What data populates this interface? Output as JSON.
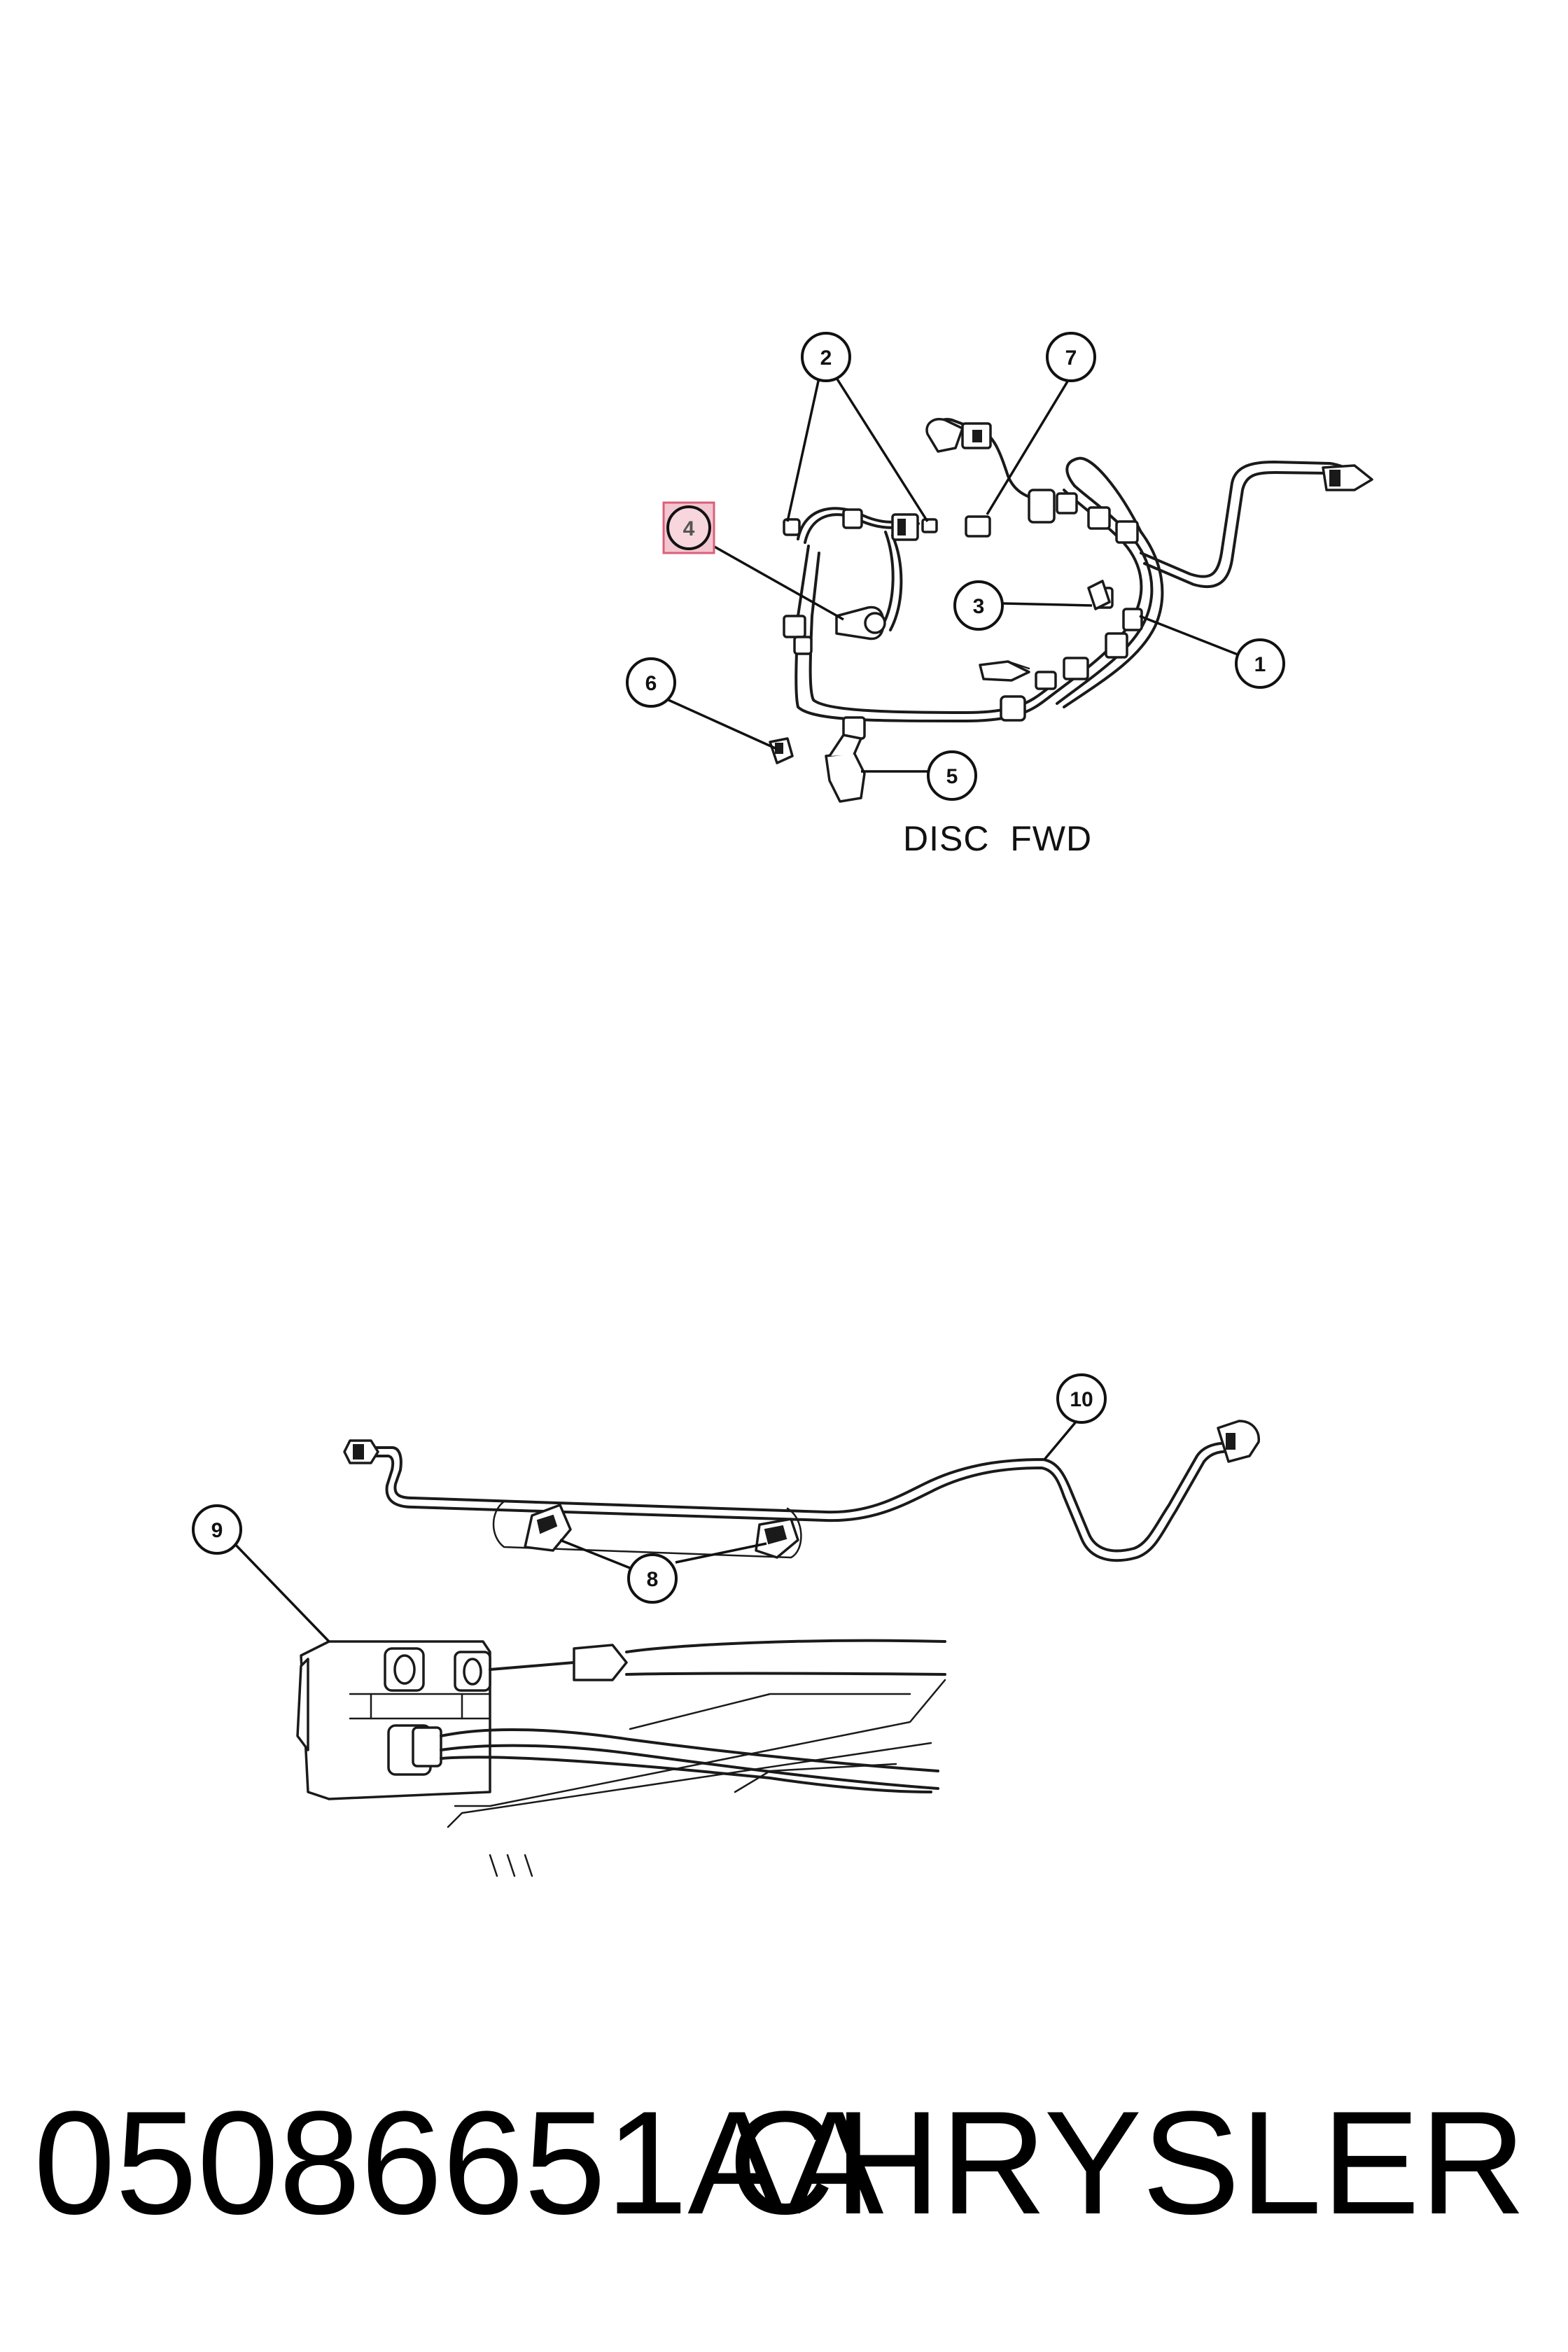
{
  "diagram_top": {
    "caption": "DISC  FWD",
    "callouts": [
      "1",
      "2",
      "3",
      "4",
      "5",
      "6",
      "7"
    ],
    "highlighted_callout": "4",
    "highlight_color": "#f4c6d0",
    "highlight_border": "#d9607a"
  },
  "diagram_bottom": {
    "callouts": [
      "8",
      "9",
      "10"
    ]
  },
  "footer": {
    "part_number": "05086651AA",
    "brand": "CHRYSLER"
  }
}
